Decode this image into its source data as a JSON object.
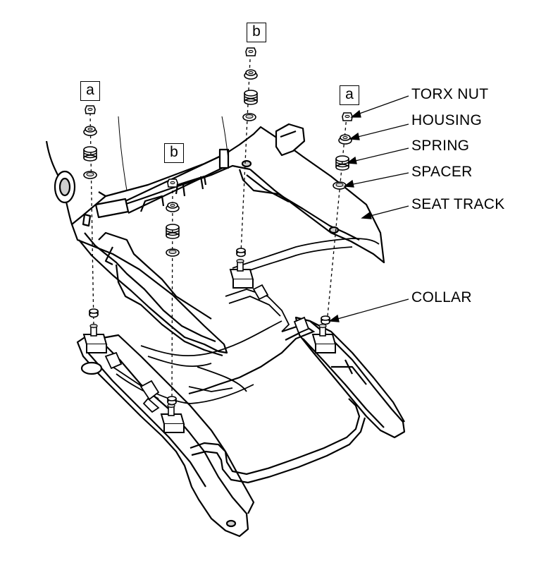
{
  "callouts": {
    "torx_nut": "TORX NUT",
    "housing": "HOUSING",
    "spring": "SPRING",
    "spacer": "SPACER",
    "seat_track": "SEAT TRACK",
    "collar": "COLLAR"
  },
  "box_labels": {
    "a_left": "a",
    "a_right": "a",
    "b_top": "b",
    "b_mid": "b"
  },
  "colors": {
    "line": "#000000",
    "part_fill": "#ffffff",
    "shade": "#cfcfcf"
  }
}
